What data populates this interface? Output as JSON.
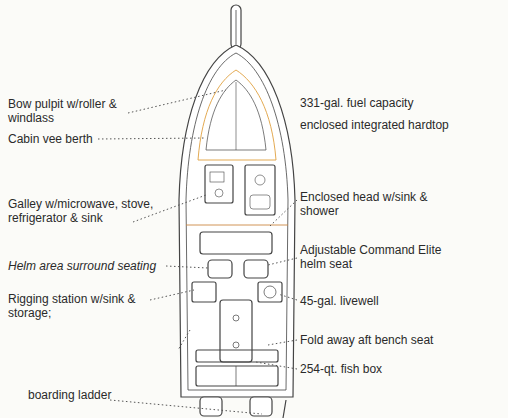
{
  "diagram": {
    "labels": [
      "Bow pulpit w/roller & windlass",
      "Cabin vee berth",
      "Galley w/microwave, stove, refrigerator & sink",
      "Helm area surround seating",
      "Rigging station w/sink & storage;",
      "boarding ladder",
      "331-gal. fuel capacity",
      "enclosed integrated hardtop",
      "Enclosed head w/sink & shower",
      "Adjustable Command Elite helm seat",
      "45-gal. livewell",
      "Fold away aft bench seat",
      "254-qt. fish box"
    ]
  }
}
